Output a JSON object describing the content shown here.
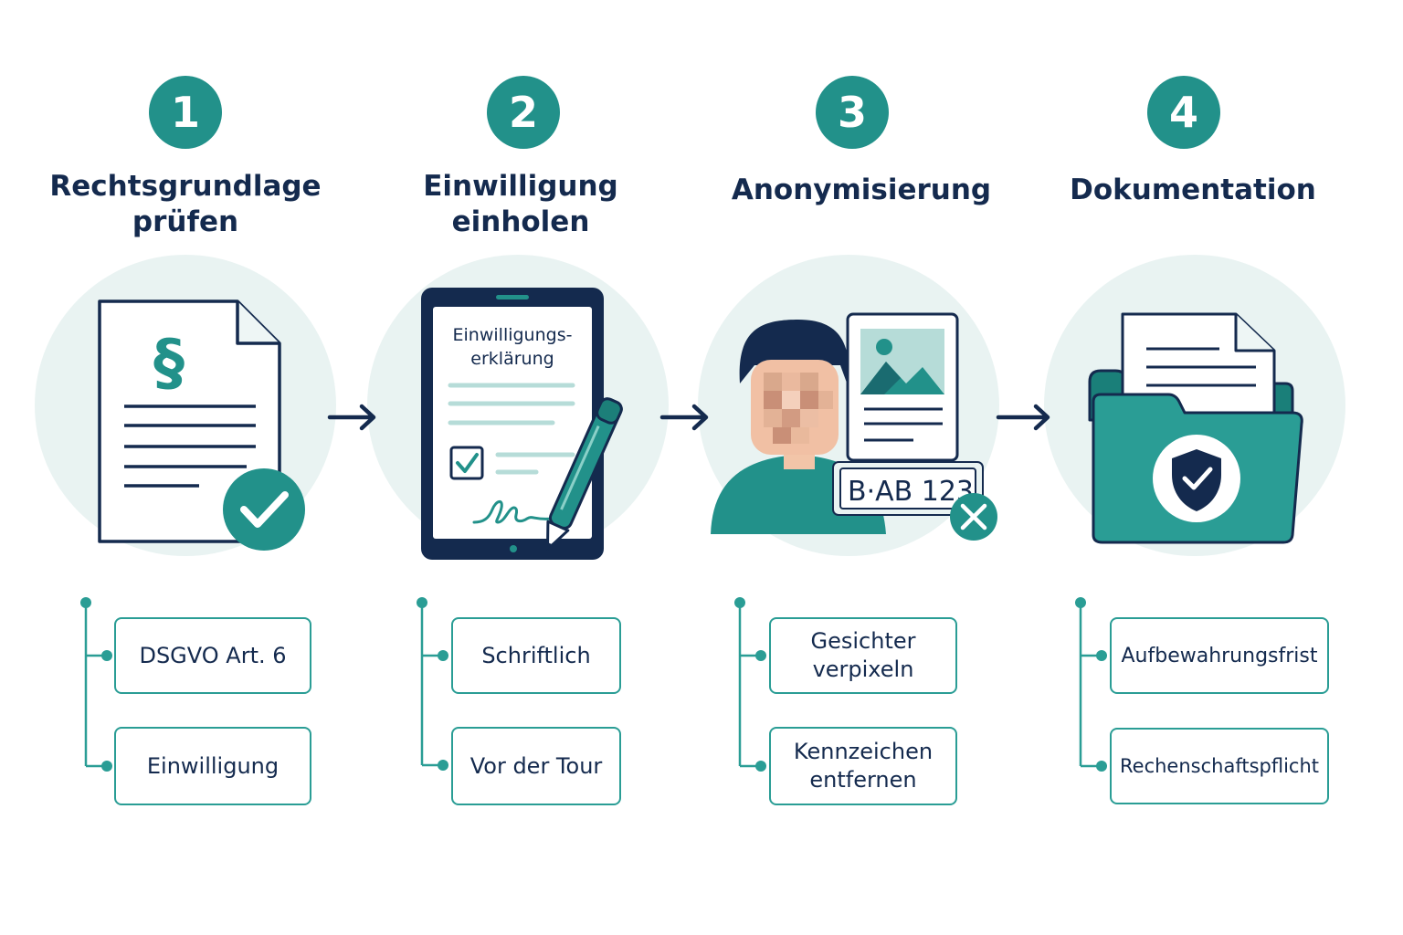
{
  "colors": {
    "teal": "#22918a",
    "teal_light": "#e9f3f2",
    "navy": "#142a4e",
    "box_border": "#2a9d95"
  },
  "steps": [
    {
      "number": "1",
      "title_lines": [
        "Rechtsgrundlage",
        "prüfen"
      ],
      "icon": "legal-document-check-icon",
      "icon_text": "§",
      "items": [
        [
          "DSGVO Art. 6"
        ],
        [
          "Einwilligung"
        ]
      ]
    },
    {
      "number": "2",
      "title_lines": [
        "Einwilligung",
        "einholen"
      ],
      "icon": "tablet-consent-form-icon",
      "icon_text": [
        "Einwilligungs-",
        "erklärung"
      ],
      "items": [
        [
          "Schriftlich"
        ],
        [
          "Vor der Tour"
        ]
      ]
    },
    {
      "number": "3",
      "title_lines": [
        "Anonymisierung"
      ],
      "icon": "pixelated-face-license-plate-icon",
      "icon_text": "B·AB 123",
      "items": [
        [
          "Gesichter",
          "verpixeln"
        ],
        [
          "Kennzeichen",
          "entfernen"
        ]
      ]
    },
    {
      "number": "4",
      "title_lines": [
        "Dokumentation"
      ],
      "icon": "folder-shield-icon",
      "items": [
        [
          "Aufbewahrungsfrist"
        ],
        [
          "Rechenschaftspflicht"
        ]
      ]
    }
  ]
}
